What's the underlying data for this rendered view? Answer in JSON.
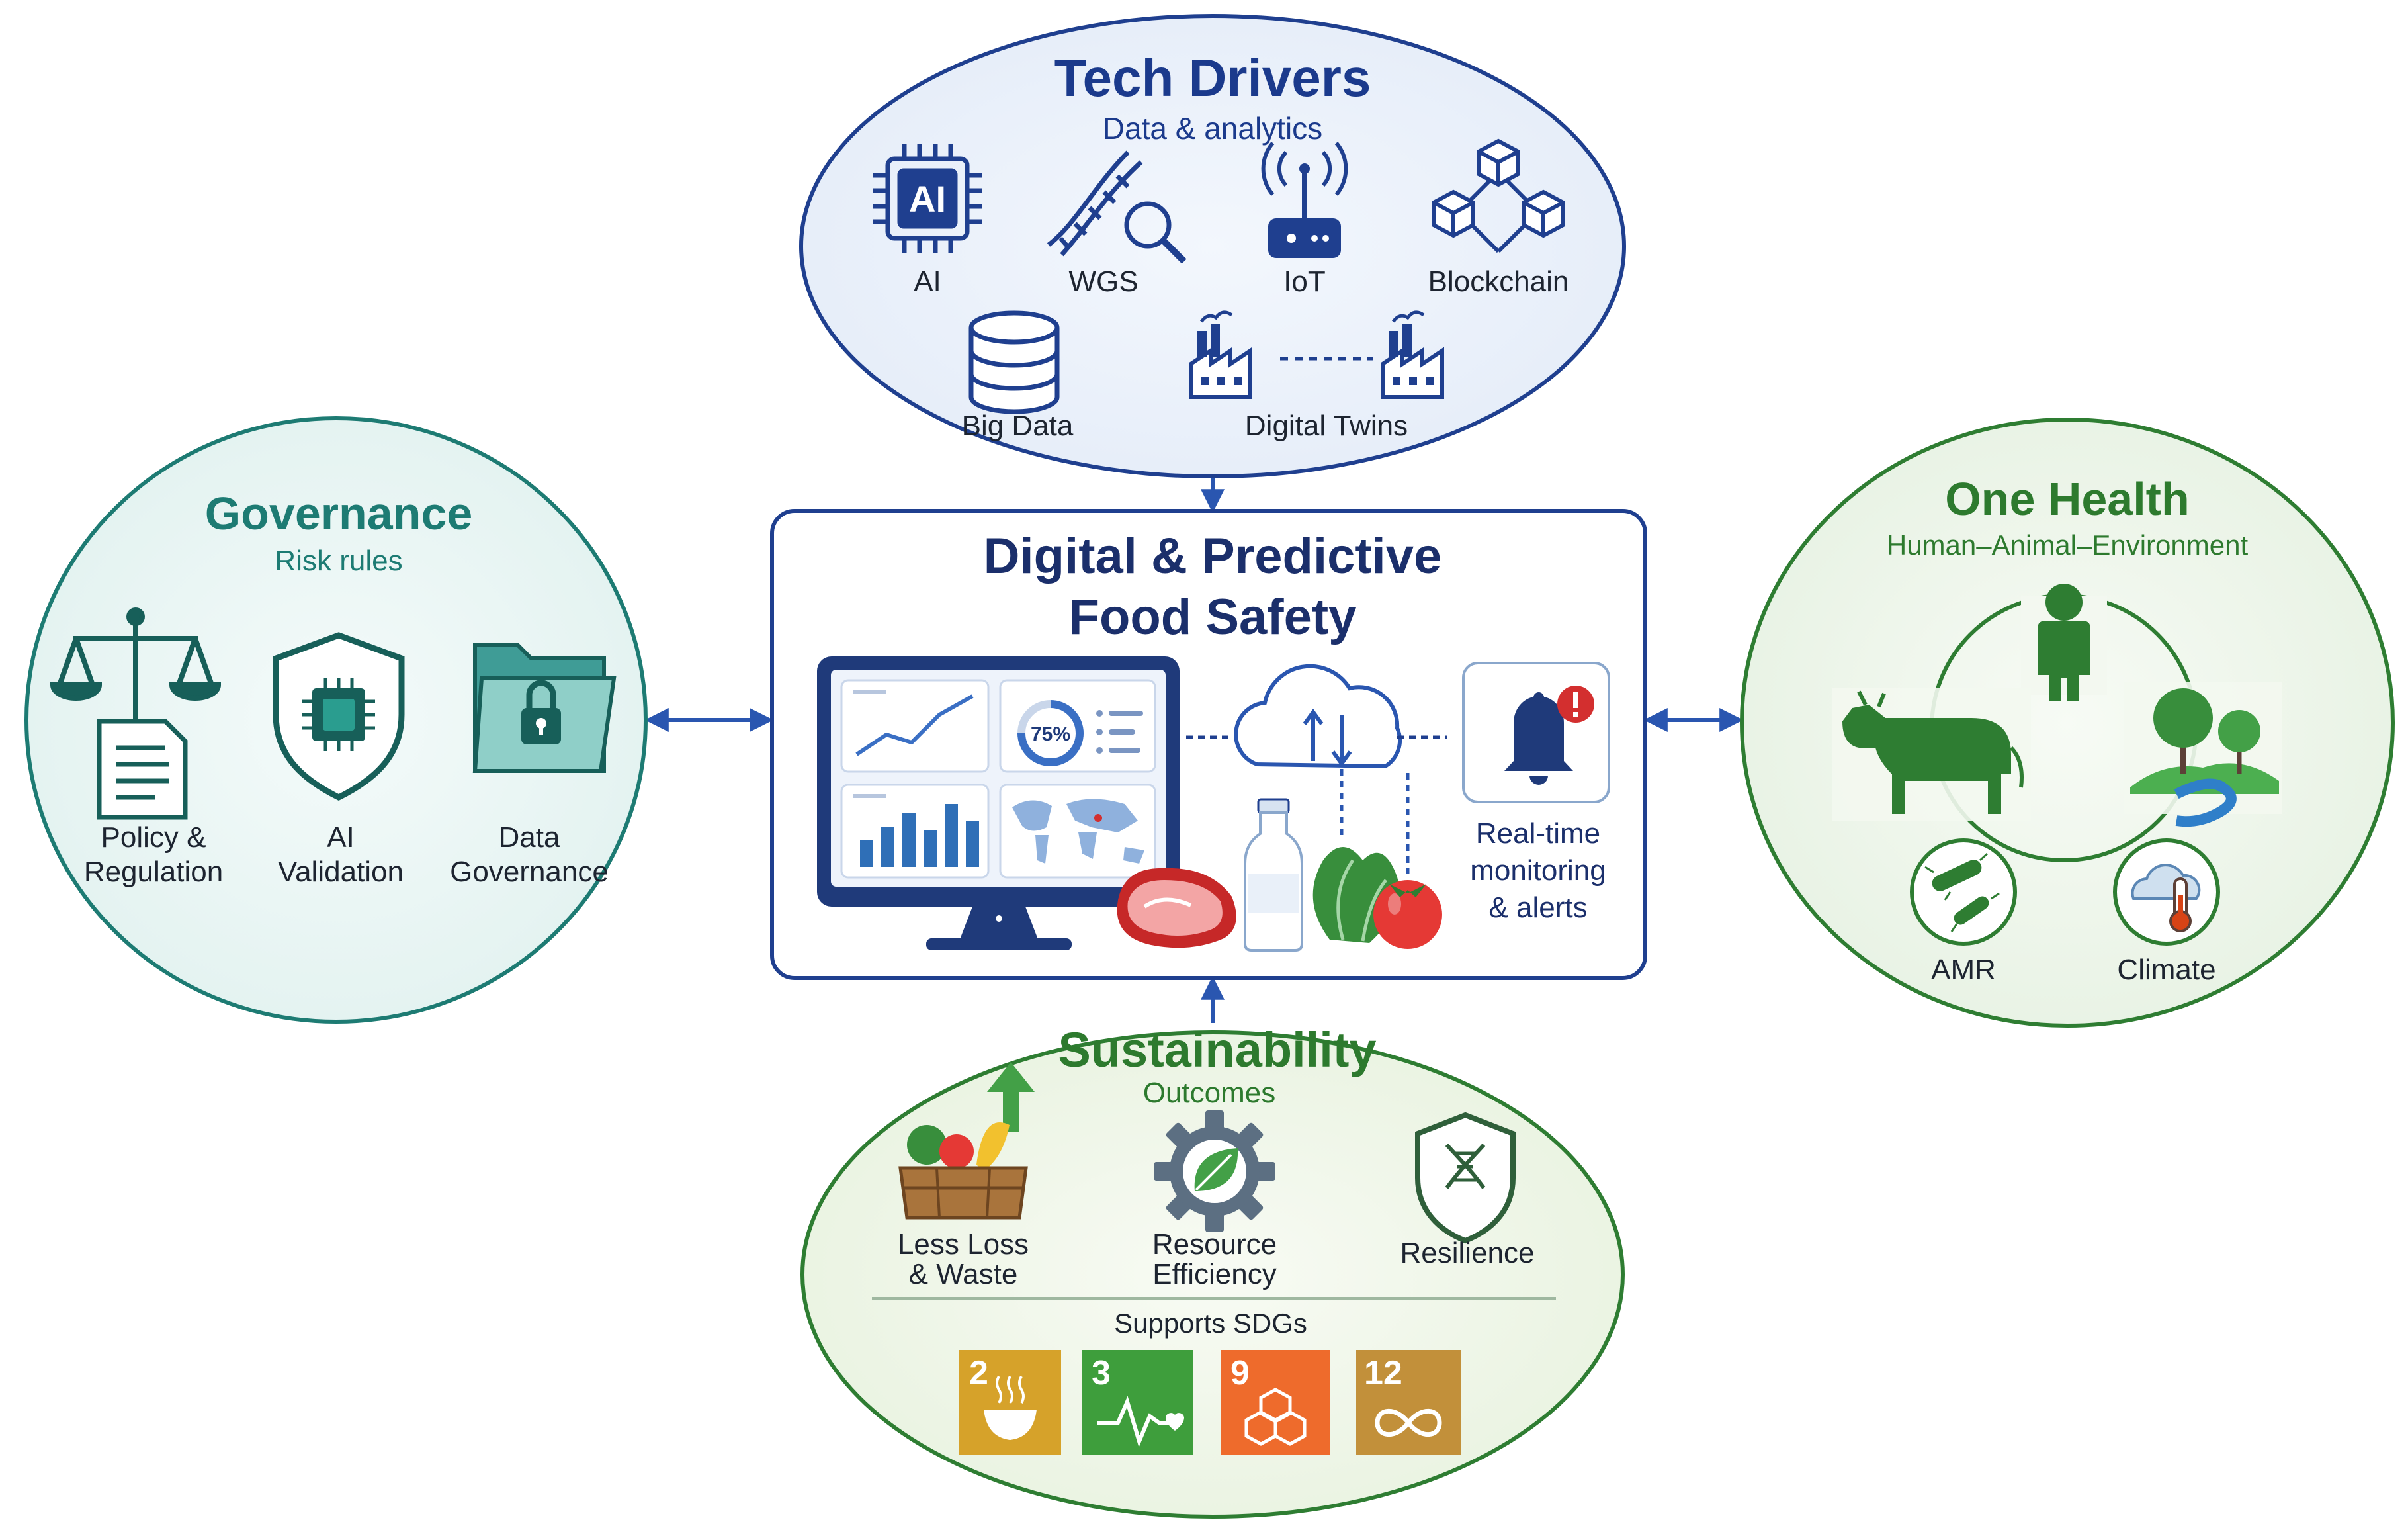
{
  "colors": {
    "blue": "#1f3f8f",
    "blue_text": "#1b3a8c",
    "teal": "#1d7b73",
    "green": "#2e7d32",
    "green_text": "#2d7a2e",
    "arrow": "#2a56b0",
    "alert_red": "#d32f2f",
    "sdg2": "#d6a22a",
    "sdg3": "#3e9e3c",
    "sdg9": "#ee6b2c",
    "sdg12": "#c2903a"
  },
  "center": {
    "title_line1": "Digital & Predictive",
    "title_line2": "Food Safety",
    "gauge_value": "75%",
    "alerts_line1": "Real-time",
    "alerts_line2": "monitoring",
    "alerts_line3": "& alerts"
  },
  "tech_drivers": {
    "title": "Tech Drivers",
    "subtitle": "Data & analytics",
    "chip_text": "AI",
    "items": [
      {
        "label": "AI",
        "icon": "ai-chip-icon"
      },
      {
        "label": "WGS",
        "icon": "dna-magnifier-icon"
      },
      {
        "label": "IoT",
        "icon": "iot-router-icon"
      },
      {
        "label": "Blockchain",
        "icon": "blockchain-cubes-icon"
      },
      {
        "label": "Big Data",
        "icon": "database-icon"
      },
      {
        "label": "Digital Twins",
        "icon": "factory-twins-icon"
      }
    ]
  },
  "governance": {
    "title": "Governance",
    "subtitle": "Risk rules",
    "items": [
      {
        "line1": "Policy &",
        "line2": "Regulation",
        "icon": "scales-document-icon"
      },
      {
        "line1": "AI",
        "line2": "Validation",
        "icon": "shield-chip-icon"
      },
      {
        "line1": "Data",
        "line2": "Governance",
        "icon": "locked-folder-icon"
      }
    ]
  },
  "one_health": {
    "title": "One Health",
    "subtitle": "Human–Animal–Environment",
    "items": [
      {
        "label": "AMR",
        "icon": "bacteria-icon"
      },
      {
        "label": "Climate",
        "icon": "cloud-thermometer-icon"
      }
    ]
  },
  "sustainability": {
    "title": "Sustainability",
    "subtitle": "Outcomes",
    "items": [
      {
        "line1": "Less Loss",
        "line2": "& Waste",
        "icon": "produce-crate-icon"
      },
      {
        "line1": "Resource",
        "line2": "Efficiency",
        "icon": "gear-leaf-icon"
      },
      {
        "line1": "Resilience",
        "line2": "",
        "icon": "shield-dna-icon"
      }
    ],
    "sdg_heading": "Supports SDGs",
    "sdgs": [
      {
        "number": "2",
        "icon": "bowl-icon"
      },
      {
        "number": "3",
        "icon": "heartbeat-icon"
      },
      {
        "number": "9",
        "icon": "cubes-icon"
      },
      {
        "number": "12",
        "icon": "infinity-icon"
      }
    ]
  }
}
